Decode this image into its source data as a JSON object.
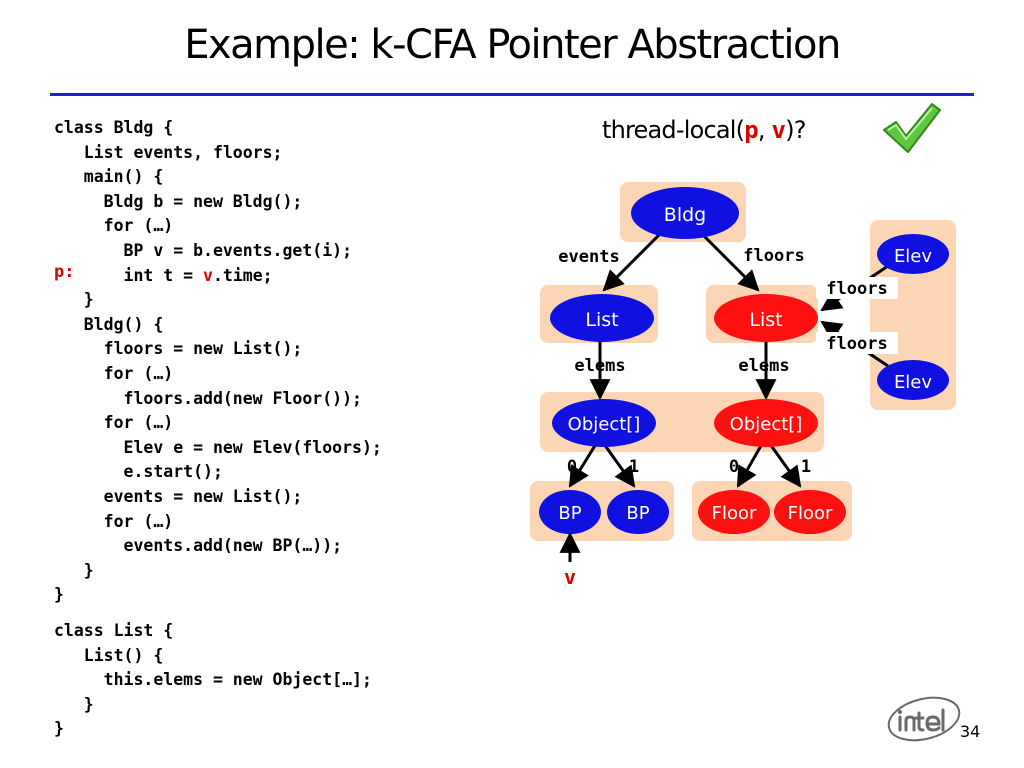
{
  "title": "Example: k-CFA Pointer Abstraction",
  "code_block_1": [
    "class Bldg {",
    "   List events, floors;",
    "   main() {",
    "     Bldg b = new Bldg();",
    "     for (…)",
    "       BP v = b.events.get(i);",
    "       int t = v.time;",
    "   }",
    "   Bldg() {",
    "     floors = new List();",
    "     for (…)",
    "       floors.add(new Floor());",
    "     for (…)",
    "       Elev e = new Elev(floors);",
    "       e.start();",
    "     events = new List();",
    "     for (…)",
    "       events.add(new BP(…));",
    "   }",
    "}"
  ],
  "code_block_2": [
    "class List {",
    "   List() {",
    "     this.elems = new Object[…];",
    "   }",
    "}"
  ],
  "highlight_line": {
    "before": "       int t = ",
    "var": "v",
    "after": ".time;"
  },
  "program_point_label": "p:",
  "question": {
    "prefix": "thread-local(",
    "arg1": "p",
    "sep": ", ",
    "arg2": "v",
    "suffix": ")?"
  },
  "diagram": {
    "nodes": {
      "bldg": "Bldg",
      "list_events": "List",
      "list_floors": "List",
      "elev_top": "Elev",
      "elev_bottom": "Elev",
      "objarr_events": "Object[]",
      "objarr_floors": "Object[]",
      "bp_0": "BP",
      "bp_1": "BP",
      "floor_0": "Floor",
      "floor_1": "Floor"
    },
    "edge_labels": {
      "events": "events",
      "floors": "floors",
      "elev_top_floors": "floors",
      "elev_bottom_floors": "floors",
      "elems_left": "elems",
      "elems_right": "elems",
      "idx_left_0": "0",
      "idx_left_1": "1",
      "idx_right_0": "0",
      "idx_right_1": "1"
    },
    "pointer_var": "v"
  },
  "colors": {
    "blue_node": "#1010e0",
    "red_node": "#ff1010",
    "group_fill": "#fcd5b4",
    "rule": "#2020c8",
    "highlight": "#e00000",
    "check": "#5fc640"
  },
  "page_number": "34"
}
